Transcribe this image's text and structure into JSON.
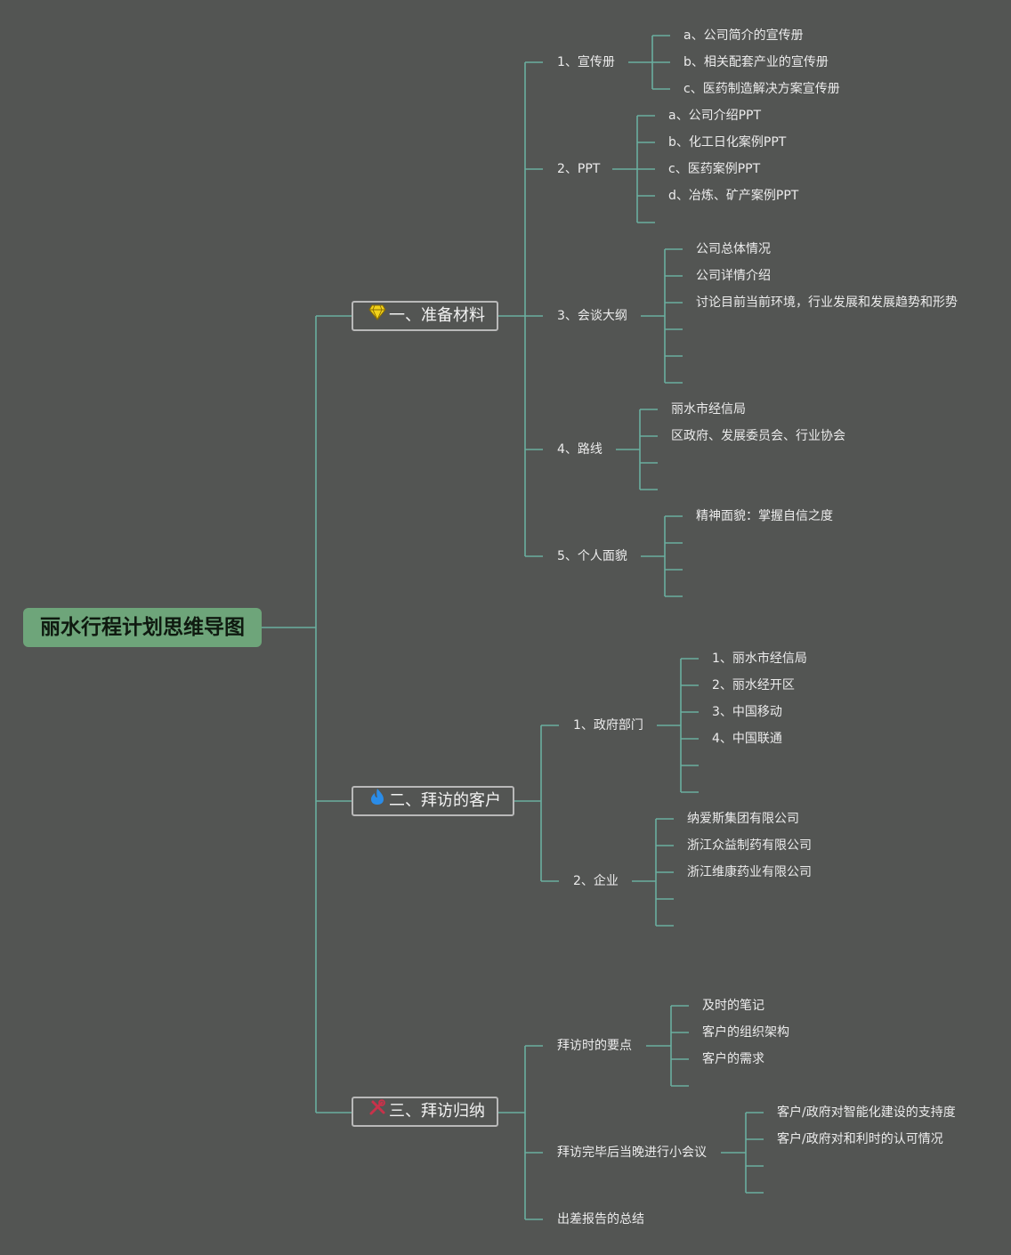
{
  "root": {
    "label": "丽水行程计划思维导图"
  },
  "branches": [
    {
      "label": "一、准备材料",
      "icon": "diamond-icon",
      "children": [
        {
          "label": "1、宣传册",
          "children": [
            "a、公司简介的宣传册",
            "b、相关配套产业的宣传册",
            "c、医药制造解决方案宣传册"
          ]
        },
        {
          "label": "2、PPT",
          "children": [
            "a、公司介绍PPT",
            "b、化工日化案例PPT",
            "c、医药案例PPT",
            "d、冶炼、矿产案例PPT",
            ""
          ]
        },
        {
          "label": "3、会谈大纲",
          "children": [
            "公司总体情况",
            "公司详情介绍",
            "讨论目前当前环境，行业发展和发展趋势和形势",
            "",
            "",
            ""
          ]
        },
        {
          "label": "4、路线",
          "children": [
            "丽水市经信局",
            "区政府、发展委员会、行业协会",
            "",
            ""
          ]
        },
        {
          "label": "5、个人面貌",
          "children": [
            "精神面貌：掌握自信之度",
            "",
            "",
            ""
          ]
        }
      ]
    },
    {
      "label": "二、拜访的客户",
      "icon": "flame-icon",
      "children": [
        {
          "label": "1、政府部门",
          "children": [
            "1、丽水市经信局",
            "2、丽水经开区",
            "3、中国移动",
            "4、中国联通",
            "",
            ""
          ]
        },
        {
          "label": "2、企业",
          "children": [
            "纳爱斯集团有限公司",
            "浙江众益制药有限公司",
            "浙江维康药业有限公司",
            "",
            ""
          ]
        }
      ]
    },
    {
      "label": "三、拜访归纳",
      "icon": "tools-icon",
      "children": [
        {
          "label": "拜访时的要点",
          "children": [
            "及时的笔记",
            "客户的组织架构",
            "客户的需求",
            ""
          ]
        },
        {
          "label": "拜访完毕后当晚进行小会议",
          "children": [
            "客户/政府对智能化建设的支持度",
            "客户/政府对和利时的认可情况",
            "",
            ""
          ]
        },
        {
          "label": "出差报告的总结",
          "children": []
        }
      ]
    }
  ],
  "colors": {
    "background": "#535553",
    "root": "#6ea57a",
    "connector": "#6aaf9f"
  }
}
